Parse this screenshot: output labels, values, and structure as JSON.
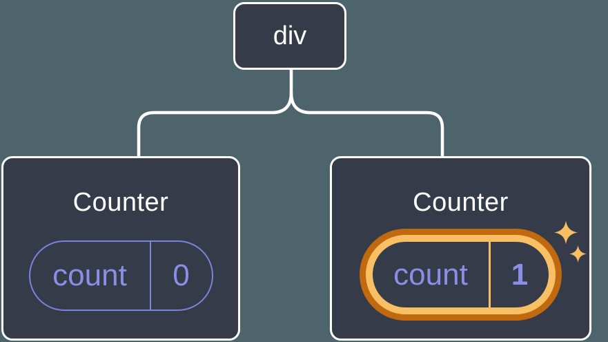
{
  "diagram": {
    "root": {
      "label": "div"
    },
    "children": [
      {
        "title": "Counter",
        "state": {
          "key": "count",
          "value": "0"
        },
        "highlighted": false
      },
      {
        "title": "Counter",
        "state": {
          "key": "count",
          "value": "1"
        },
        "highlighted": true
      }
    ]
  },
  "icons": {
    "sparkle_large": "sparkle-icon",
    "sparkle_small": "sparkle-icon"
  },
  "colors": {
    "background": "#4E646C",
    "card": "#353B48",
    "outline": "#FFFFFF",
    "purple-border": "#7C83DD",
    "purple-text": "#8A8FE6",
    "orange-dark": "#C1690E",
    "orange-light": "#F9BF64",
    "sparkle": "#F8BE64"
  }
}
